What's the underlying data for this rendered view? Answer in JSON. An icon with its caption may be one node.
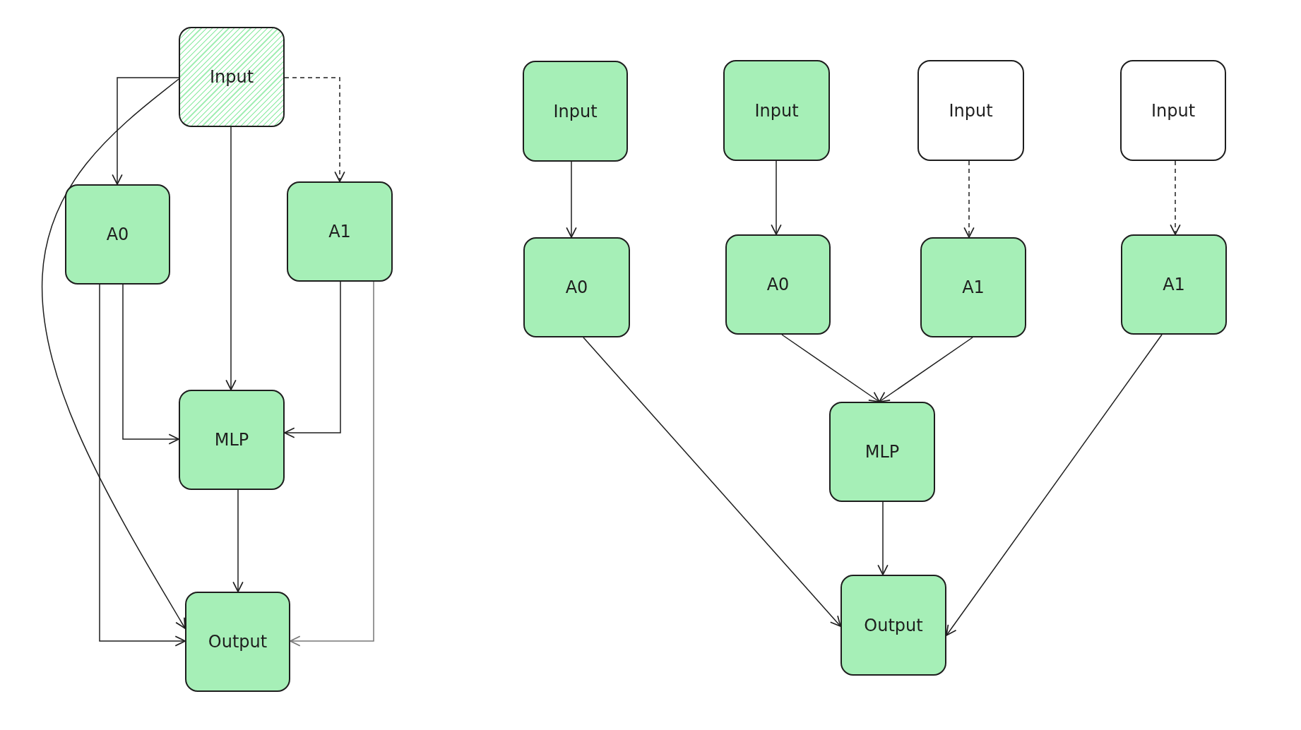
{
  "diagram": {
    "nodes": [
      {
        "text": [
          "Input"
        ]
      },
      {
        "text": [
          "A0"
        ]
      },
      {
        "text": [
          "A1"
        ]
      },
      {
        "text": [
          "MLP"
        ]
      },
      {
        "text": [
          "Output"
        ]
      },
      {
        "text": [
          "Input"
        ]
      },
      {
        "text": [
          "Input"
        ]
      },
      {
        "text": [
          "Input"
        ]
      },
      {
        "text": [
          "Input"
        ]
      },
      {
        "text": [
          "A0"
        ]
      },
      {
        "text": [
          "A0"
        ]
      },
      {
        "text": [
          "A1"
        ]
      },
      {
        "text": [
          "A1"
        ]
      },
      {
        "text": [
          "MLP"
        ]
      },
      {
        "text": [
          "Output"
        ]
      }
    ],
    "edges": [
      {
        "from": 0,
        "to": 1,
        "arrow": "to"
      },
      {
        "from": 0,
        "to": 4,
        "arrow": "to"
      },
      {
        "from": 0,
        "to": 3,
        "arrow": "to"
      },
      {
        "from": 0,
        "to": 2,
        "arrow": "to",
        "style": "dashed"
      },
      {
        "from": 1,
        "to": 3,
        "arrow": "to"
      },
      {
        "from": 1,
        "to": 4,
        "arrow": "to"
      },
      {
        "from": 2,
        "to": 3,
        "arrow": "to"
      },
      {
        "from": 2,
        "to": 4,
        "arrow": "to",
        "color": "#777777"
      },
      {
        "from": 3,
        "to": 4,
        "arrow": "to"
      },
      {
        "from": 5,
        "to": 9,
        "arrow": "to"
      },
      {
        "from": 6,
        "to": 10,
        "arrow": "to"
      },
      {
        "from": 7,
        "to": 11,
        "arrow": "to",
        "style": "dashed"
      },
      {
        "from": 8,
        "to": 12,
        "arrow": "to",
        "style": "dashed"
      },
      {
        "from": 9,
        "to": 14,
        "arrow": "to"
      },
      {
        "from": 10,
        "to": 13,
        "arrow": "to"
      },
      {
        "from": 11,
        "to": 13,
        "arrow": "to"
      },
      {
        "from": 12,
        "to": 14,
        "arrow": "to"
      },
      {
        "from": 13,
        "to": 14,
        "arrow": "to"
      }
    ]
  }
}
